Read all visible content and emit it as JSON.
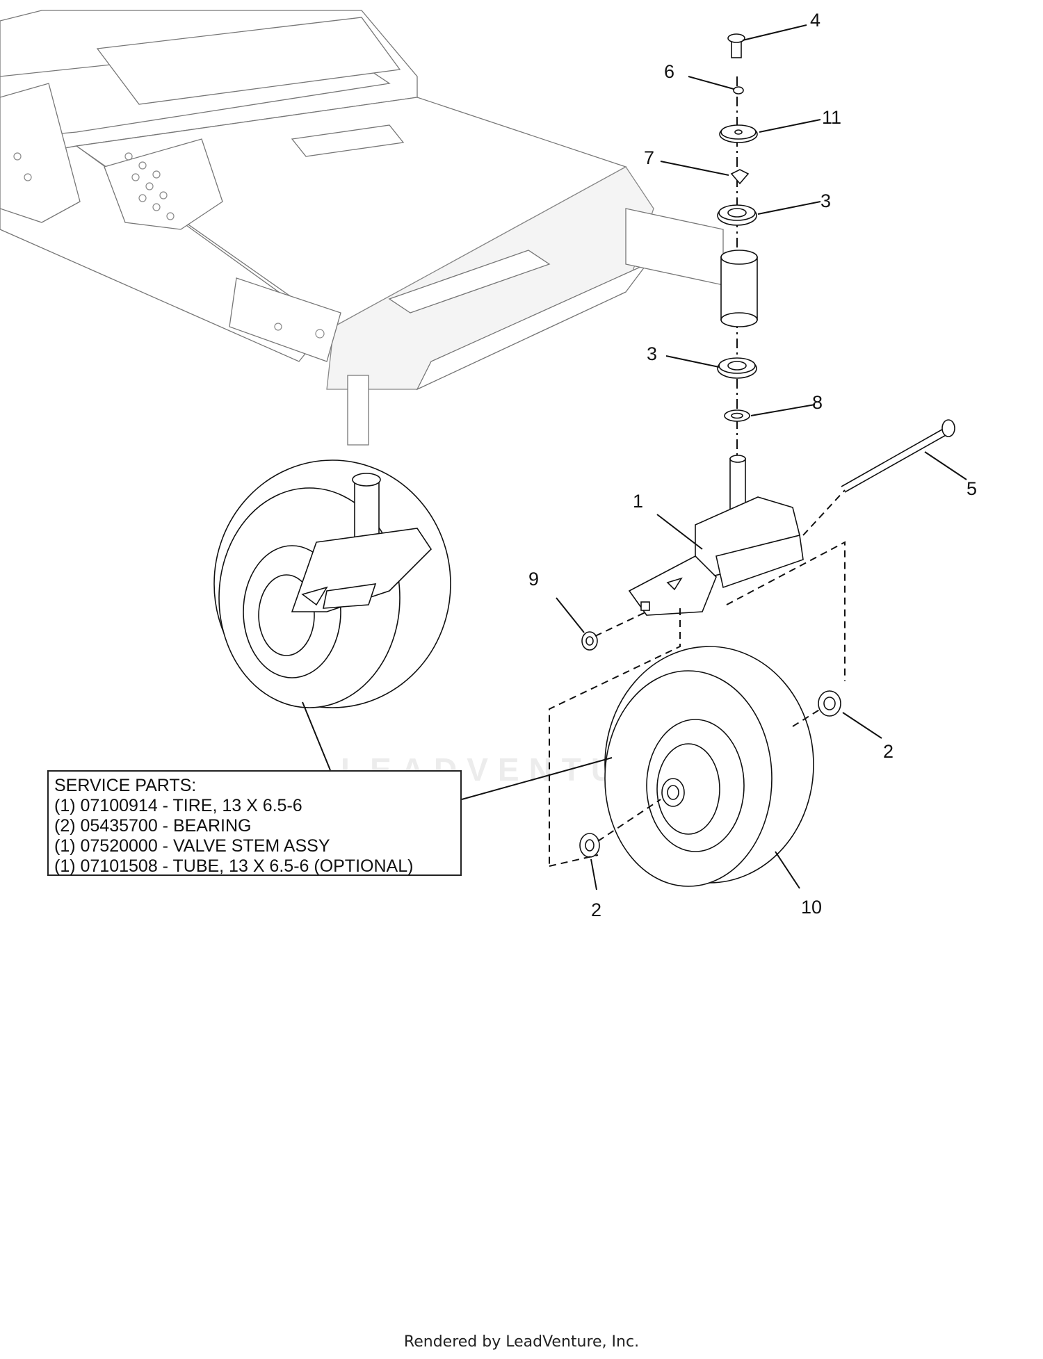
{
  "callouts": {
    "c1": "1",
    "c2a": "2",
    "c2b": "2",
    "c3a": "3",
    "c3b": "3",
    "c4": "4",
    "c5": "5",
    "c6": "6",
    "c7": "7",
    "c8": "8",
    "c9": "9",
    "c10": "10",
    "c11": "11"
  },
  "service_parts": {
    "title": "SERVICE PARTS:",
    "items": [
      "(1) 07100914 - TIRE, 13 X 6.5-6",
      "(2) 05435700 - BEARING",
      "(1) 07520000 - VALVE STEM ASSY",
      "(1) 07101508 - TUBE, 13 X 6.5-6 (OPTIONAL)"
    ]
  },
  "watermark": "LEADVENTURE",
  "footer": "Rendered by LeadVenture, Inc."
}
